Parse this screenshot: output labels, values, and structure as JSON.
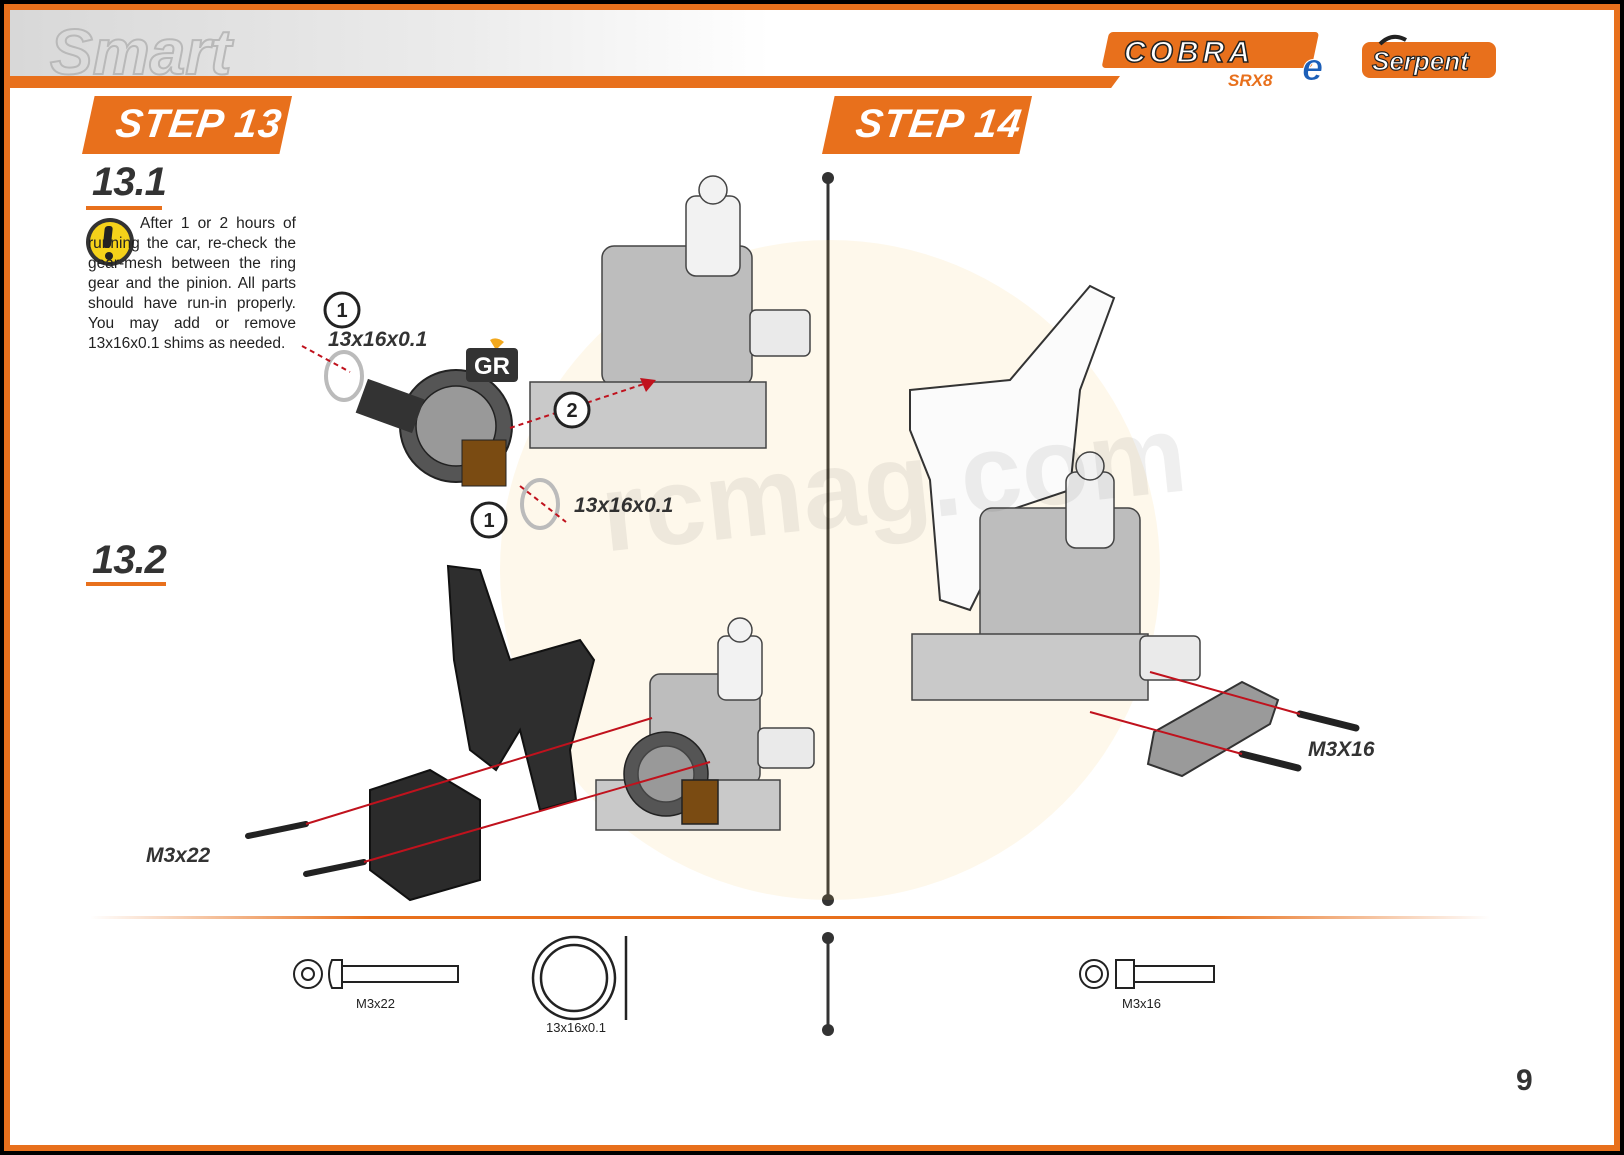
{
  "header": {
    "brand_logo_text": "Smart",
    "product_logo_text": "COBRA",
    "product_logo_sub": "SRX8",
    "product_logo_suffix": "e",
    "maker_logo_text": "Serpent"
  },
  "steps": [
    {
      "label": "STEP 13",
      "substeps": [
        {
          "label": "13.1",
          "warning_text": "After 1 or 2 hours of running the car, re-check the gear-mesh between the ring gear and the pinion. All parts should have run-in properly. You may add or remove 13x16x0.1 shims as needed.",
          "callouts": [
            {
              "number": "1",
              "label": "13x16x0.1"
            },
            {
              "number": "1",
              "label": "13x16x0.1"
            },
            {
              "number": "2",
              "label": ""
            }
          ],
          "grease_badge": "GR"
        },
        {
          "label": "13.2",
          "callouts": [
            {
              "label": "M3x22"
            }
          ]
        }
      ],
      "hardware": [
        {
          "label": "M3x22",
          "icon": "screw-icon"
        },
        {
          "label": "13x16x0.1",
          "icon": "shim-icon"
        }
      ]
    },
    {
      "label": "STEP 14",
      "callouts": [
        {
          "label": "M3X16"
        }
      ],
      "hardware": [
        {
          "label": "M3x16",
          "icon": "screw-icon"
        }
      ]
    }
  ],
  "watermark": "rcmag.com",
  "page_number": "9",
  "colors": {
    "accent": "#e8701c",
    "dark": "#333333",
    "arrow": "#c0121d"
  }
}
